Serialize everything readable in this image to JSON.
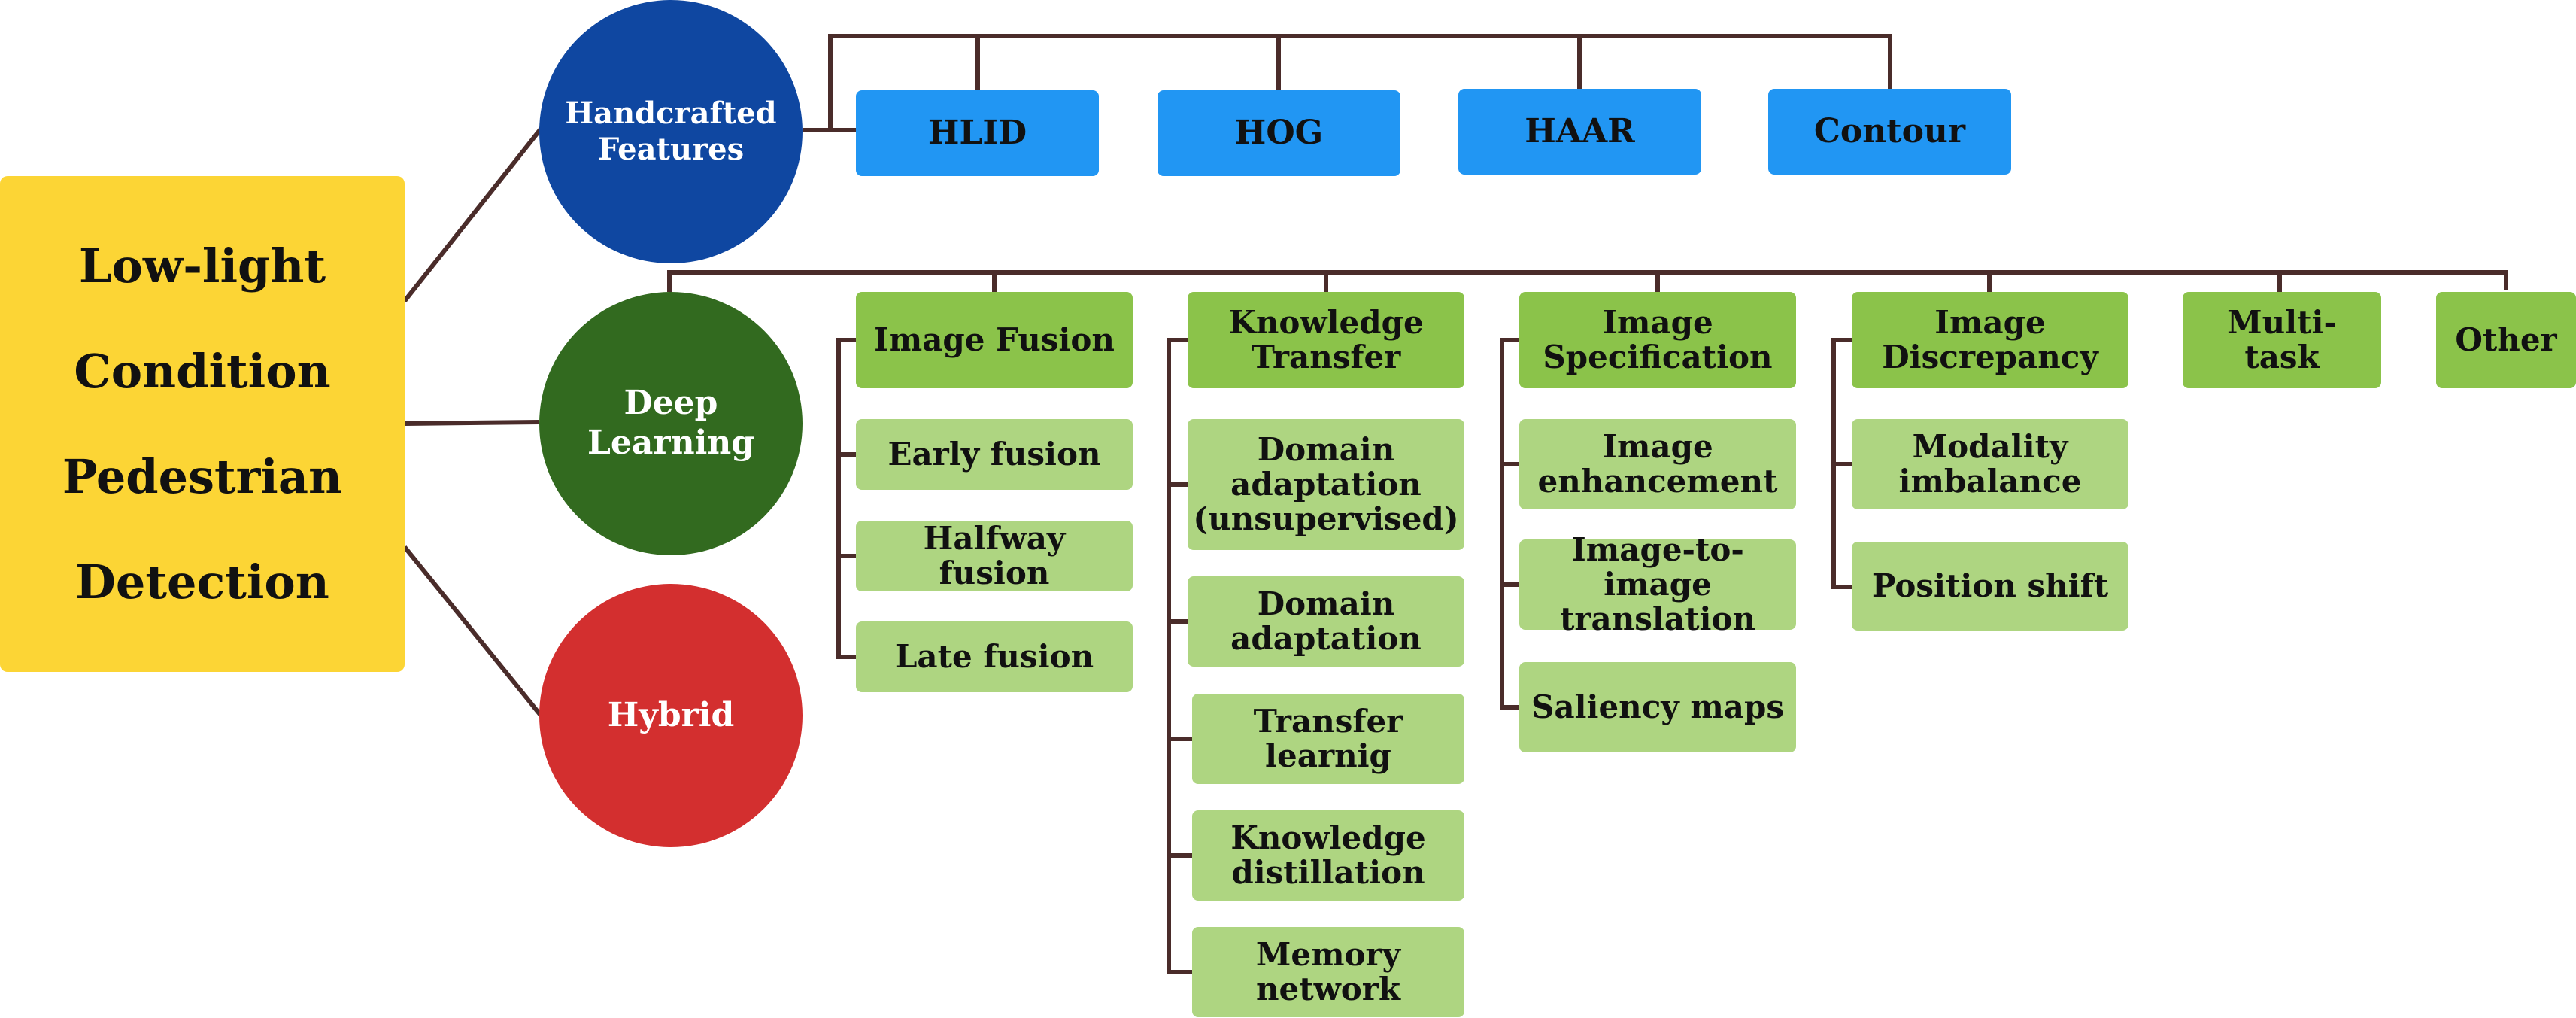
{
  "root": {
    "lines": [
      "Low-light",
      "Condition",
      "Pedestrian",
      "Detection"
    ]
  },
  "branches": {
    "handcrafted": "Handcrafted\nFeatures",
    "deep": "Deep\nLearning",
    "hybrid": "Hybrid"
  },
  "handcrafted_items": [
    "HLID",
    "HOG",
    "HAAR",
    "Contour"
  ],
  "deep_groups": {
    "image_fusion": {
      "title": "Image Fusion",
      "items": [
        "Early fusion",
        "Halfway fusion",
        "Late fusion"
      ]
    },
    "knowledge_transfer": {
      "title": "Knowledge\nTransfer",
      "items": [
        "Domain\nadaptation\n(unsupervised)",
        "Domain\nadaptation",
        "Transfer\nlearnig",
        "Knowledge\ndistillation",
        "Memory\nnetwork"
      ]
    },
    "image_specification": {
      "title": "Image\nSpecification",
      "items": [
        "Image\nenhancement",
        "Image-to-image\ntranslation",
        "Saliency maps"
      ]
    },
    "image_discrepancy": {
      "title": "Image\nDiscrepancy",
      "items": [
        "Modality\nimbalance",
        "Position shift"
      ]
    },
    "multi_task": {
      "title": "Multi-task"
    },
    "other": {
      "title": "Other"
    }
  },
  "colors": {
    "root": "#FCD535",
    "handcrafted": "#0F47A1",
    "deep": "#326A1F",
    "hybrid": "#D32F2F",
    "blue_box": "#2196F3",
    "group_box": "#8BC34A",
    "item_box": "#AED581",
    "connector": "#4A2C2A"
  }
}
